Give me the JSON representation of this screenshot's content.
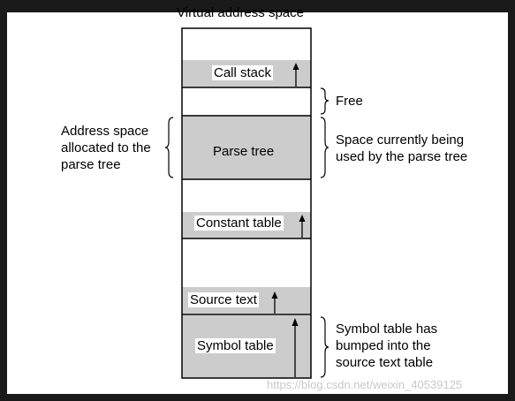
{
  "title": "Virtual address space",
  "segments": {
    "call_stack": "Call stack",
    "parse_tree": "Parse tree",
    "constant_table": "Constant table",
    "source_text": "Source text",
    "symbol_table": "Symbol table"
  },
  "annotations": {
    "left_parse": "Address space\nallocated to the\nparse tree",
    "free": "Free",
    "space_used": "Space currently being\nused by the parse tree",
    "symbol_bumped": "Symbol table has\nbumped into the\nsource text table"
  },
  "watermark": "https://blog.csdn.net/weixin_40539125",
  "colors": {
    "used_fill": "#cccccc",
    "background": "#1a1a1a",
    "panel": "#ffffff"
  }
}
